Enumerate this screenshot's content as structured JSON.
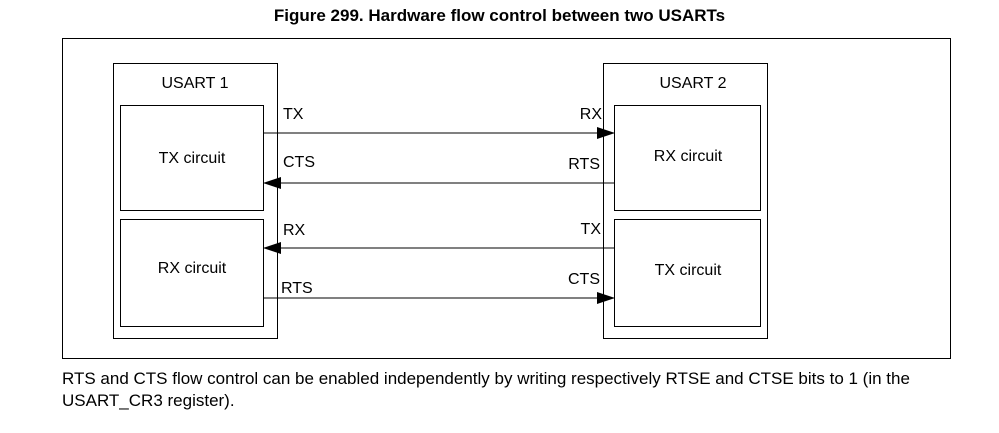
{
  "figure": {
    "title": "Figure 299. Hardware flow control between two USARTs"
  },
  "usart1": {
    "label": "USART 1",
    "top_circuit": "TX circuit",
    "bottom_circuit": "RX circuit"
  },
  "usart2": {
    "label": "USART 2",
    "top_circuit": "RX circuit",
    "bottom_circuit": "TX circuit"
  },
  "signals": {
    "u1_tx": "TX",
    "u1_cts": "CTS",
    "u1_rx": "RX",
    "u1_rts": "RTS",
    "u2_rx": "RX",
    "u2_rts": "RTS",
    "u2_tx": "TX",
    "u2_cts": "CTS"
  },
  "caption": "RTS and CTS flow control can be enabled independently by writing respectively RTSE and CTSE bits to 1 (in the USART_CR3 register)."
}
